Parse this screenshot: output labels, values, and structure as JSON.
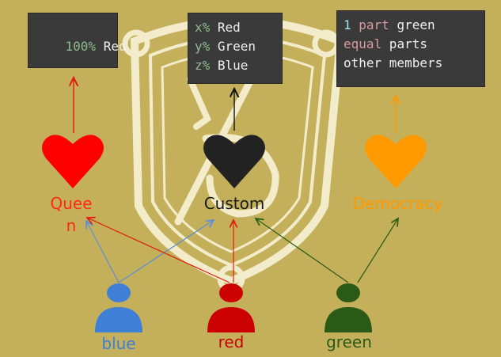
{
  "code_boxes": {
    "red_rule": {
      "tokens": [
        {
          "text": "100%",
          "cls": "num"
        },
        {
          "text": " Red",
          "cls": ""
        }
      ]
    },
    "custom_rule": {
      "lines": [
        [
          {
            "text": "x%",
            "cls": "num"
          },
          {
            "text": " Red",
            "cls": ""
          }
        ],
        [
          {
            "text": "y%",
            "cls": "num"
          },
          {
            "text": " Green",
            "cls": ""
          }
        ],
        [
          {
            "text": "z%",
            "cls": "num"
          },
          {
            "text": " Blue",
            "cls": ""
          }
        ]
      ]
    },
    "democracy_rule": {
      "lines": [
        [
          {
            "text": "1",
            "cls": "cyan"
          },
          {
            "text": " part",
            "cls": "pink"
          },
          {
            "text": " green",
            "cls": ""
          }
        ],
        [
          {
            "text": "equal",
            "cls": "pink"
          },
          {
            "text": " parts",
            "cls": ""
          }
        ],
        [
          {
            "text": "other members",
            "cls": ""
          }
        ]
      ]
    }
  },
  "hearts": {
    "queen_label_line1": "Quee",
    "queen_label_line2": "n",
    "custom_label": "Custom",
    "democracy_label": "Democracy"
  },
  "people": {
    "blue_label": "blue",
    "red_label": "red",
    "green_label": "green"
  },
  "colors": {
    "background": "#c4b05a",
    "queen": "#ff0000",
    "custom": "#222222",
    "democracy": "#ff9900",
    "person_blue": "#3f7fd6",
    "person_red": "#cc0000",
    "person_green": "#2b5a17",
    "emblem": "#f2eccb"
  },
  "icons": [
    "heart-icon",
    "person-icon",
    "shield-emblem-icon"
  ]
}
